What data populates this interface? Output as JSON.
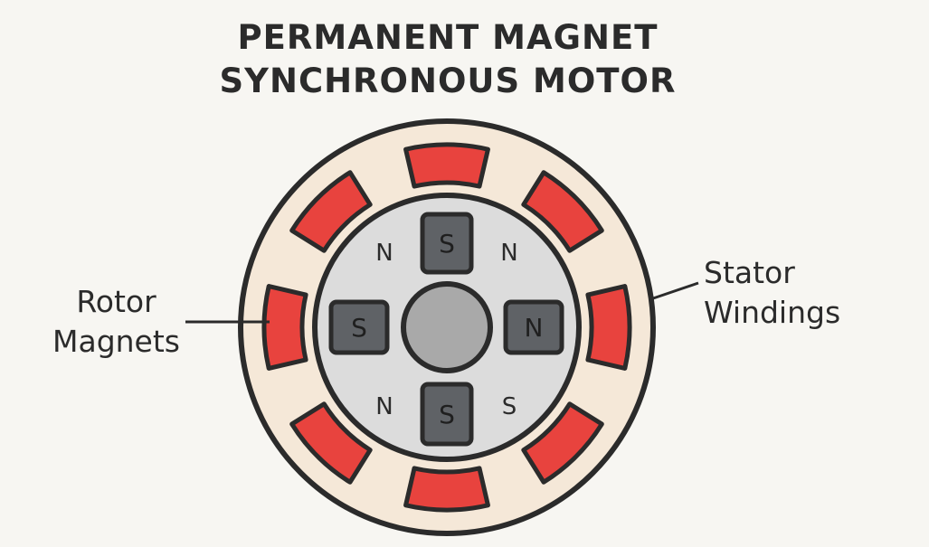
{
  "title": {
    "line1": "PERMANENT MAGNET",
    "line2": "SYNCHRONOUS MOTOR"
  },
  "callouts": {
    "rotor": {
      "line1": "Rotor",
      "line2": "Magnets"
    },
    "stator": {
      "line1": "Stator",
      "line2": "Windings"
    }
  },
  "rotor_magnets": {
    "top": "S",
    "left": "S",
    "right": "N",
    "bottom": "S"
  },
  "pole_labels": {
    "upper_left": "N",
    "upper_right": "N",
    "lower_left": "N",
    "lower_right": "S"
  },
  "colors": {
    "background": "#f7f6f2",
    "stator": "#f5e8d8",
    "rotor": "#dcdcdc",
    "shaft": "#a9a9a9",
    "winding": "#e8433e",
    "magnet": "#5f6266",
    "outline": "#2b2b2b"
  }
}
